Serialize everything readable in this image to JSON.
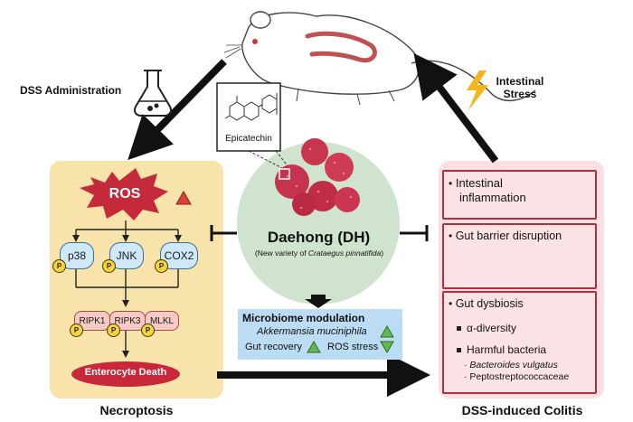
{
  "labels": {
    "dss_administration": "DSS Administration",
    "intestinal_stress_line1": "Intestinal",
    "intestinal_stress_line2": "Stress",
    "epicatechin": "Epicatechin",
    "daehong_title": "Daehong (DH)",
    "daehong_sub_prefix": "(New variety of ",
    "daehong_sub_species": "Crataegus pinnatifida",
    "daehong_sub_suffix": ")",
    "necroptosis": "Necroptosis",
    "dss_colitis": "DSS-induced Colitis"
  },
  "necroptosis_panel": {
    "ros": "ROS",
    "kinases": [
      "p38",
      "JNK",
      "COX2"
    ],
    "rip": [
      "RIPK1",
      "RIPK3",
      "MLKL"
    ],
    "p_badge": "P",
    "outcome": "Enterocyte Death"
  },
  "colitis_panel": {
    "inflammation_line1": "Intestinal",
    "inflammation_line2": "inflammation",
    "barrier": "Gut barrier disruption",
    "dysbiosis": "Gut dysbiosis",
    "alpha": "α-diversity",
    "harmful": "Harmful bacteria",
    "bacteroides": "Bacteroides vulgatus",
    "pepto": "Peptostreptococcaceae"
  },
  "microbiome_box": {
    "title": "Microbiome modulation",
    "akkermansia": "Akkermansia muciniphila",
    "gut_recovery": "Gut recovery",
    "ros_stress": "ROS stress"
  },
  "colors": {
    "necroptosis_bg": "#f8e4aa",
    "colitis_bg": "#fbdfe2",
    "circle_bg": "#cfe3cf",
    "microbiome_bg": "#bcdcf4",
    "kinase_fill": "#cfe8f8",
    "rip_fill": "#f7c9c5",
    "death_fill": "#c8283a",
    "ros_fill": "#c42a3a",
    "up_red": "#d9403a",
    "up_green": "#63b94e",
    "down_green": "#63b94e",
    "down_red": "#e0453a"
  },
  "icons": [
    "mouse-icon",
    "flask-icon",
    "lightning-icon",
    "hawthorn-fruit-icon",
    "epicatechin-structure-icon",
    "gut-epithelium-icon"
  ]
}
